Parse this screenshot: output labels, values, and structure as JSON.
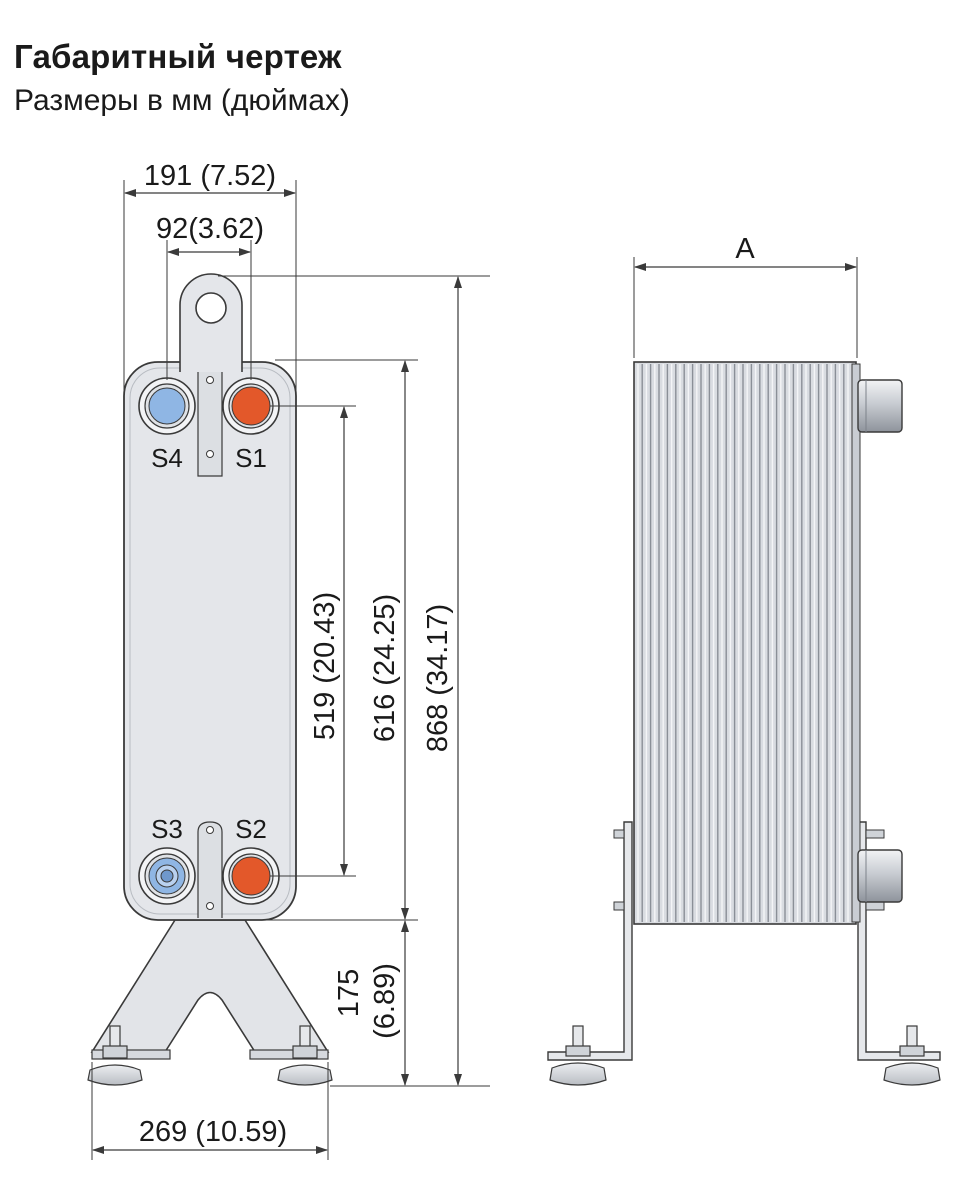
{
  "header": {
    "title": "Габаритный чертеж",
    "subtitle": "Размеры в мм (дюймах)"
  },
  "front_view": {
    "dimensions": {
      "overall_width": "191 (7.52)",
      "port_spacing": "92(3.62)",
      "port_center_distance": "519 (20.43)",
      "plate_height": "616 (24.25)",
      "overall_height": "868 (34.17)",
      "stand_height_mm": "175",
      "stand_height_in": "(6.89)",
      "foot_span": "269 (10.59)"
    },
    "ports": {
      "s1": "S1",
      "s2": "S2",
      "s3": "S3",
      "s4": "S4"
    }
  },
  "side_view": {
    "dimensions": {
      "pack_length": "A"
    }
  },
  "colors": {
    "hot_port": "#e3582a",
    "cold_port": "#8fb6e4",
    "plate": "#e4e6ea",
    "line": "#3a3a3a"
  }
}
